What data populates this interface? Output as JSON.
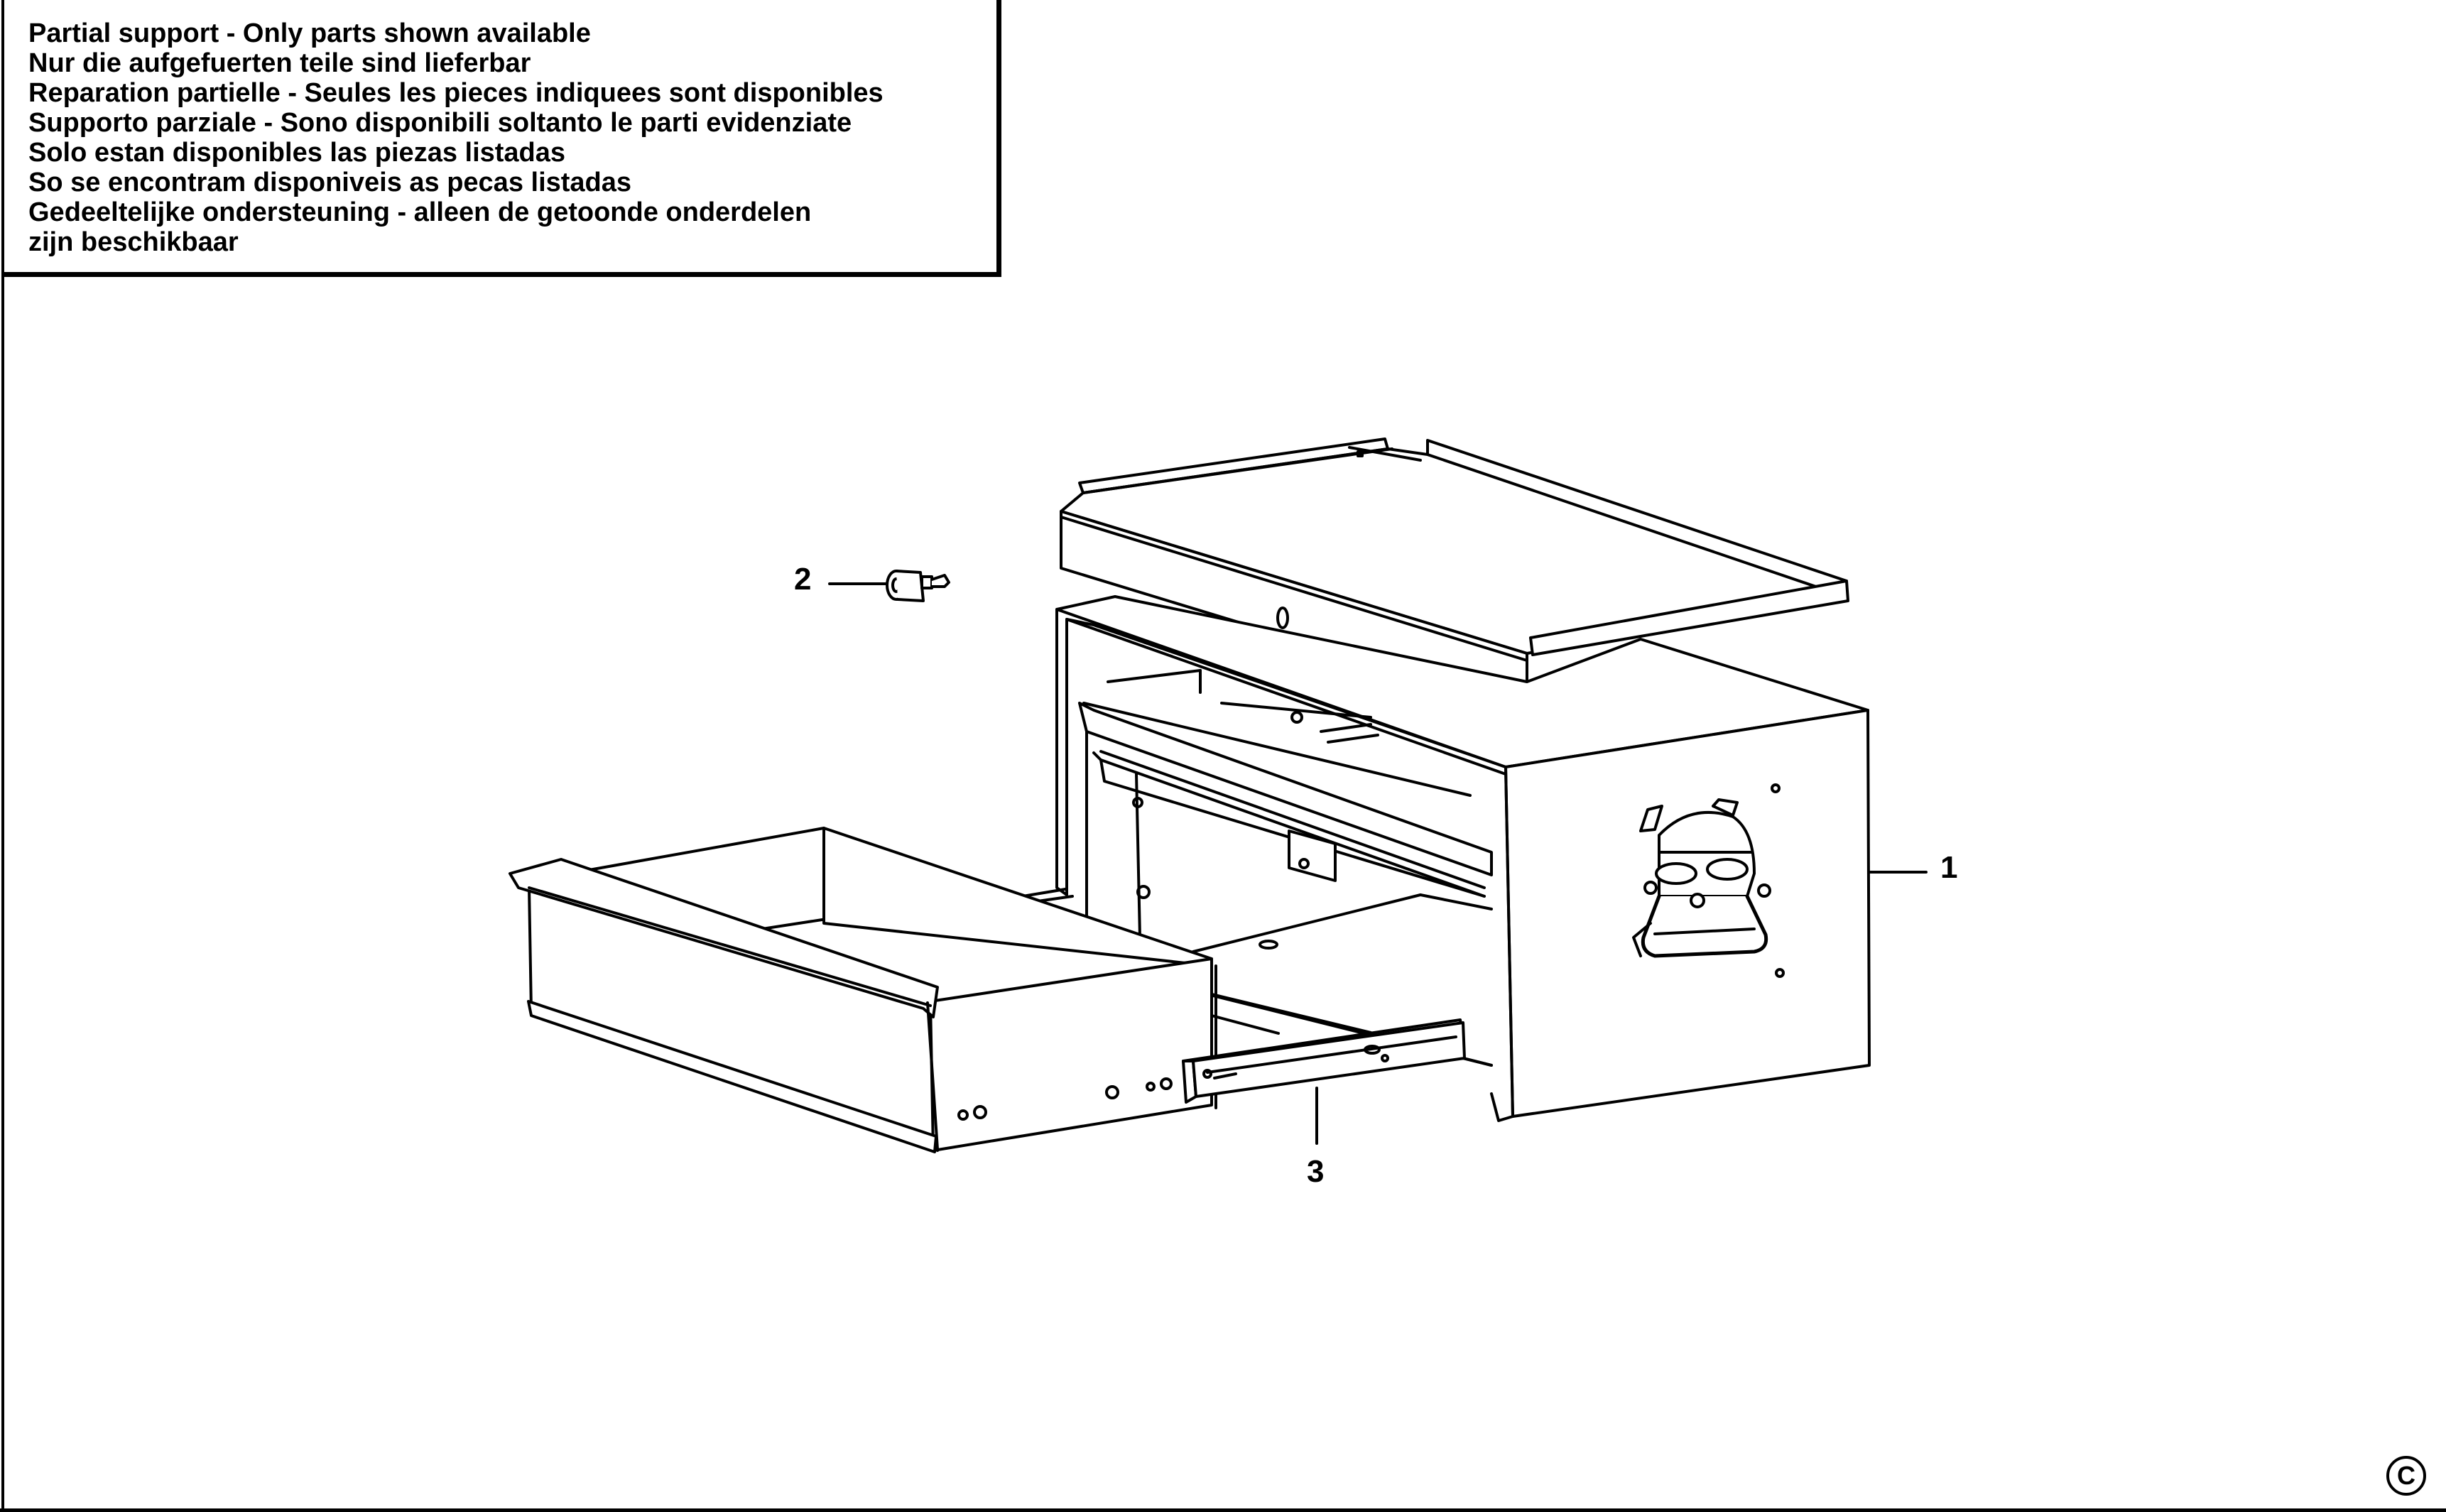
{
  "notice": {
    "lines": [
      "Partial support - Only parts shown available",
      "Nur die aufgefuerten teile sind lieferbar",
      "Reparation partielle - Seules les pieces indiquees sont disponibles",
      "Supporto parziale - Sono disponibili soltanto le parti evidenziate",
      "Solo estan disponibles las piezas listadas",
      "So se encontram disponiveis as pecas listadas",
      "Gedeeltelijke ondersteuning - alleen de getoonde onderdelen",
      "zijn beschikbaar"
    ]
  },
  "callouts": {
    "part1": "1",
    "part2": "2",
    "part3": "3"
  },
  "copyright_symbol": "C",
  "colors": {
    "ink": "#000000",
    "paper": "#ffffff"
  }
}
